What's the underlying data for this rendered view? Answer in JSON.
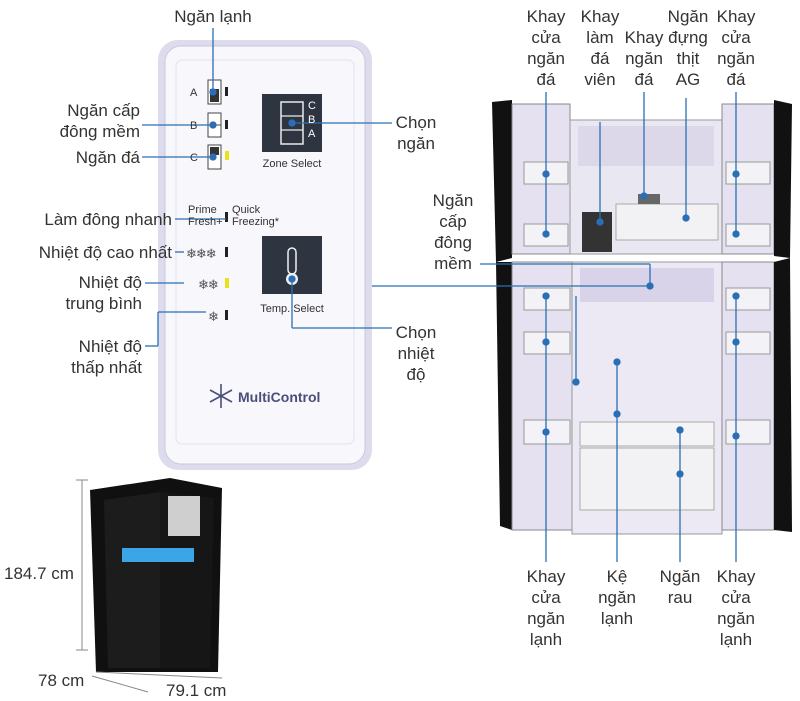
{
  "panel": {
    "zone_a": "A",
    "zone_b": "B",
    "zone_c": "C",
    "zone_select_c": "C",
    "zone_select_b": "B",
    "zone_select_a": "A",
    "zone_select_caption": "Zone Select",
    "prime_fresh": "Prime\nFresh+",
    "quick_freezing": "Quick\nFreezing*",
    "temp_high_icon": "❄❄❄",
    "temp_mid_icon": "❄❄",
    "temp_low_icon": "❄",
    "temp_select_caption": "Temp. Select",
    "brand": "MultiControl"
  },
  "left_labels": {
    "ngan_lanh": "Ngăn lạnh",
    "ngan_cap_dong_mem": "Ngăn cấp\nđông mềm",
    "ngan_da": "Ngăn đá",
    "lam_dong_nhanh": "Làm đông nhanh",
    "nhiet_do_cao_nhat": "Nhiệt độ cao nhất",
    "nhiet_do_trung_binh": "Nhiệt độ\ntrung bình",
    "nhiet_do_thap_nhat": "Nhiệt độ\nthấp nhất",
    "chon_ngan": "Chọn\nngăn",
    "chon_nhiet_do": "Chọn\nnhiệt\nđộ"
  },
  "fridge_labels": {
    "khay_cua_ngan_da_left": "Khay\ncửa\nngăn\nđá",
    "khay_lam_da_vien": "Khay\nlàm\nđá\nviên",
    "khay_ngan_da": "Khay\nngăn\nđá",
    "ngan_dung_thit_ag": "Ngăn\nđựng\nthịt\nAG",
    "khay_cua_ngan_da_right": "Khay\ncửa\nngăn\nđá",
    "ngan_cap_dong_mem": "Ngăn\ncấp\nđông\nmềm",
    "khay_cua_ngan_lanh_left": "Khay\ncửa\nngăn\nlạnh",
    "ke_ngan_lanh": "Kệ\nngăn\nlạnh",
    "ngan_rau": "Ngăn\nrau",
    "khay_cua_ngan_lanh_right": "Khay\ncửa\nngăn\nlạnh"
  },
  "dimensions": {
    "height": "184.7 cm",
    "depth": "78 cm",
    "width": "79.1 cm"
  },
  "colors": {
    "leader": "#2a6fb5",
    "fridge_body": "#151515",
    "panel_bg": "#f6f6fb",
    "display_bg": "#2e3440",
    "lamp_yellow": "#e8e21a"
  }
}
